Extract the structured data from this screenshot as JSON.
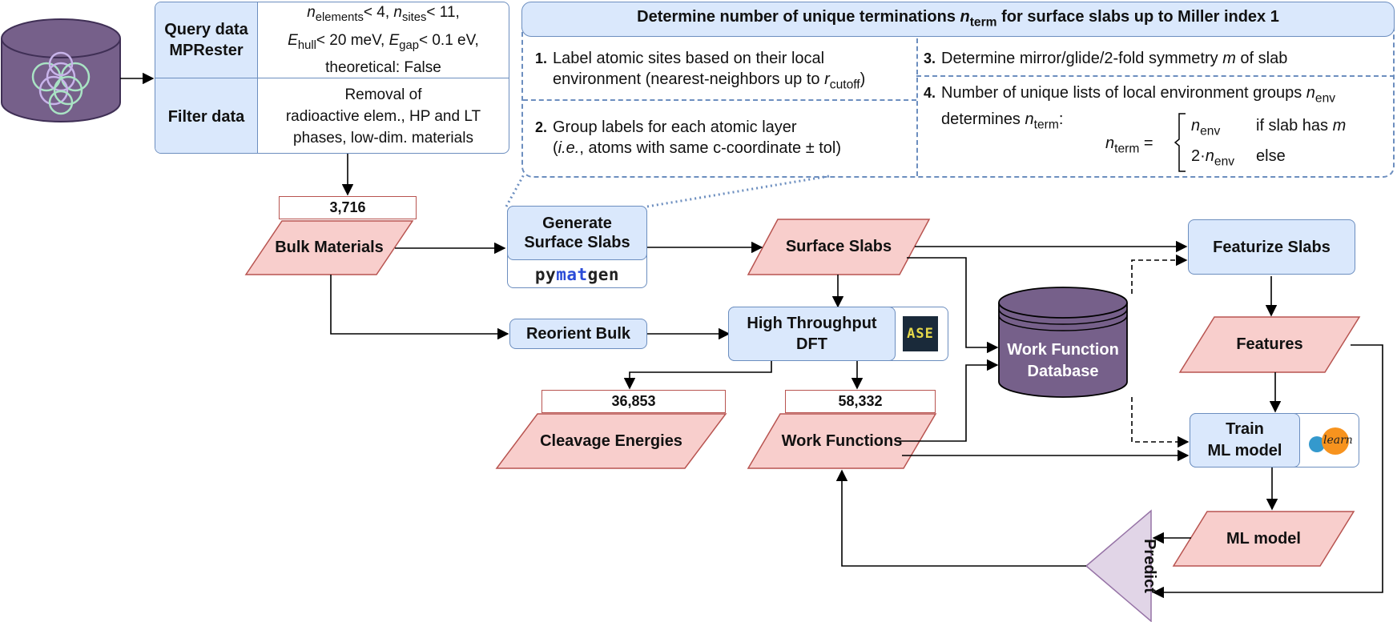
{
  "query": {
    "title_line1": "Query data",
    "title_line2": "MPRester",
    "c1_n": "n",
    "c1_sub": "elements",
    "c1_rest": "< 4, ",
    "c2_n": "n",
    "c2_sub": "sites",
    "c2_rest": "< 11,",
    "c3_e": "E",
    "c3_sub": "hull",
    "c3_rest": "< 20 meV, ",
    "c4_e": "E",
    "c4_sub": "gap",
    "c4_rest": "< 0.1 eV,",
    "c5": "theoretical: False"
  },
  "filter": {
    "title": "Filter data",
    "line1": "Removal of",
    "line2": "radioactive elem., HP and LT",
    "line3": "phases, low-dim. materials"
  },
  "terminations": {
    "title_pre": "Determine number of unique terminations ",
    "title_n": "n",
    "title_sub": "term",
    "title_post": " for surface slabs up to Miller index 1",
    "step1_num": "1.",
    "step1_line1": "Label atomic sites based on their local",
    "step1_line2": "environment (nearest-neighbors up to ",
    "step1_r": "r",
    "step1_rsub": "cutoff",
    "step1_close": ")",
    "step2_num": "2.",
    "step2_line1": "Group labels for each atomic layer",
    "step2_open": "(",
    "step2_ie": "i.e.",
    "step2_line2": ", atoms with same c-coordinate ± tol)",
    "step3_num": "3.",
    "step3_text": "Determine mirror/glide/2-fold symmetry ",
    "step3_m": "m",
    "step3_post": " of slab",
    "step4_num": "4.",
    "step4_line1": "Number of unique lists of local environment groups ",
    "step4_n": "n",
    "step4_sub": "env",
    "step4_line2": "determines ",
    "step4_n2": "n",
    "step4_sub2": "term",
    "step4_colon": ":",
    "eq_n": "n",
    "eq_sub": "term",
    "eq_eq": " = ",
    "eq_case1_n": "n",
    "eq_case1_sub": "env",
    "eq_case1_cond": "if slab has ",
    "eq_case1_m": "m",
    "eq_case2_pre": "2·",
    "eq_case2_n": "n",
    "eq_case2_sub": "env",
    "eq_case2_cond": "else"
  },
  "nodes": {
    "bulk_count": "3,716",
    "bulk_materials": "Bulk Materials",
    "generate_line1": "Generate",
    "generate_line2": "Surface Slabs",
    "pymatgen_py": "py",
    "pymatgen_mat": "mat",
    "pymatgen_gen": "gen",
    "surface_slabs": "Surface Slabs",
    "featurize_slabs": "Featurize Slabs",
    "reorient_bulk": "Reorient Bulk",
    "htdft_line1": "High Throughput",
    "htdft_line2": "DFT",
    "ase_logo": "ASE",
    "database_line1": "Work Function",
    "database_line2": "Database",
    "features": "Features",
    "cleavage_count": "36,853",
    "cleavage_energies": "Cleavage Energies",
    "wf_count": "58,332",
    "work_functions": "Work Functions",
    "train_line1": "Train",
    "train_line2": "ML model",
    "sklearn_logo": "learn",
    "ml_model": "ML model",
    "predict": "Predict"
  },
  "colors": {
    "blue_fill": "#dae8fc",
    "blue_stroke": "#6c8ebf",
    "red_fill": "#f8cecc",
    "red_stroke": "#b85450",
    "db_fill": "#76608a",
    "predict_fill": "#e1d5e7",
    "predict_stroke": "#9673a6"
  }
}
